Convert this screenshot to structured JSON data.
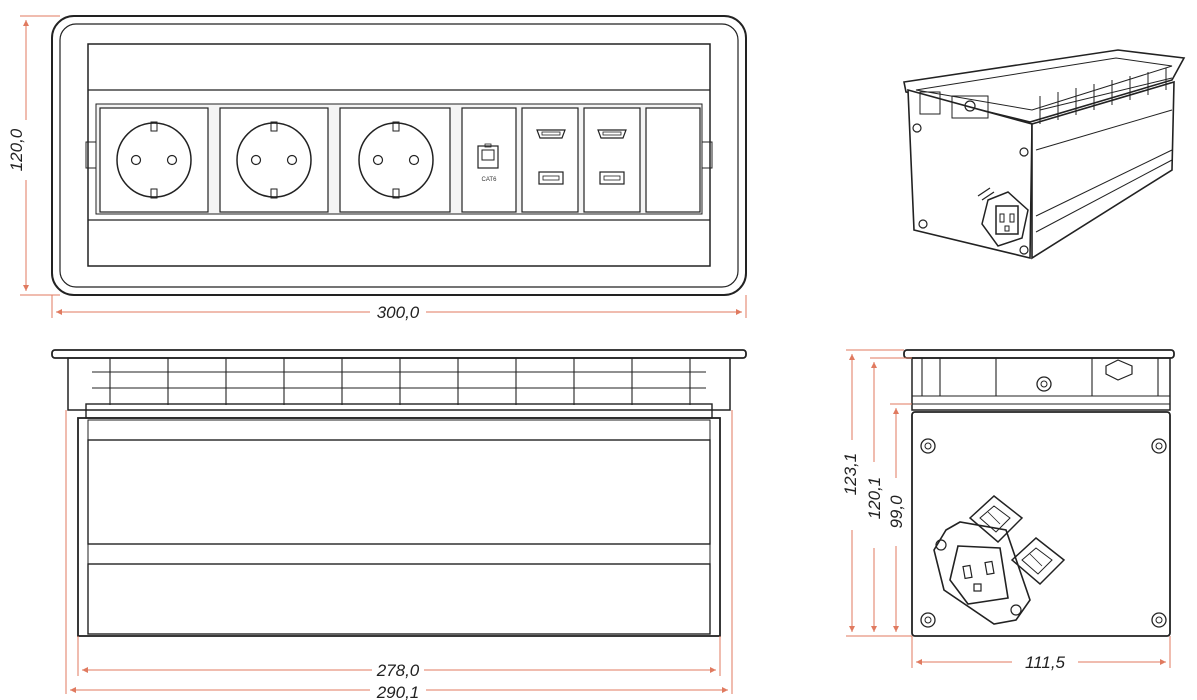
{
  "colors": {
    "outline": "#222222",
    "dimension": "#e07a5f",
    "fill": "#ffffff",
    "shade": "#f2f2f2"
  },
  "dimensions": {
    "top_height": "120,0",
    "top_width": "300,0",
    "front_inner_width": "278,0",
    "front_outer_width": "290,1",
    "side_height_total": "123,1",
    "side_height_frame": "120,1",
    "side_height_body": "99,0",
    "side_width": "111,5"
  },
  "labels": {
    "rj45_module": "CAT6"
  },
  "top_view": {
    "modules": [
      "schuko-socket",
      "schuko-socket",
      "schuko-socket",
      "rj45-module",
      "hdmi-usb-module",
      "hdmi-usb-module",
      "blank-module"
    ]
  }
}
